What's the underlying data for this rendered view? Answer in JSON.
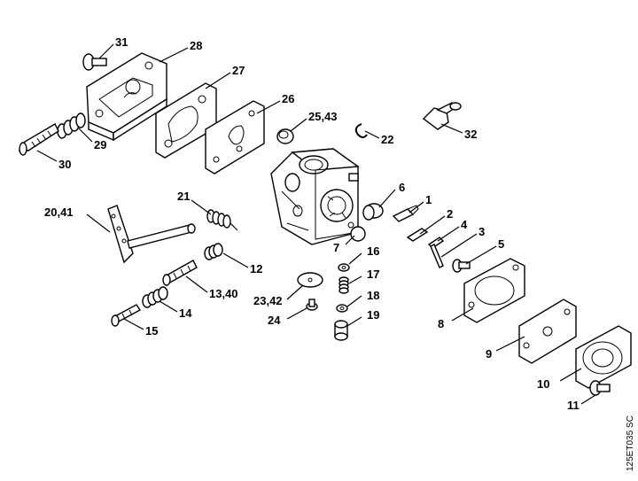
{
  "diagram": {
    "reference_code": "125ET035 SC",
    "labels": {
      "p1": "1",
      "p2": "2",
      "p3": "3",
      "p4": "4",
      "p5": "5",
      "p6": "6",
      "p7": "7",
      "p8": "8",
      "p9": "9",
      "p10": "10",
      "p11": "11",
      "p12": "12",
      "p13_40": "13,40",
      "p14": "14",
      "p15": "15",
      "p16": "16",
      "p17": "17",
      "p18": "18",
      "p19": "19",
      "p20_41": "20,41",
      "p21": "21",
      "p22": "22",
      "p23_42": "23,42",
      "p24": "24",
      "p25_43": "25,43",
      "p26": "26",
      "p27": "27",
      "p28": "28",
      "p29": "29",
      "p30": "30",
      "p31": "31",
      "p32": "32"
    }
  }
}
